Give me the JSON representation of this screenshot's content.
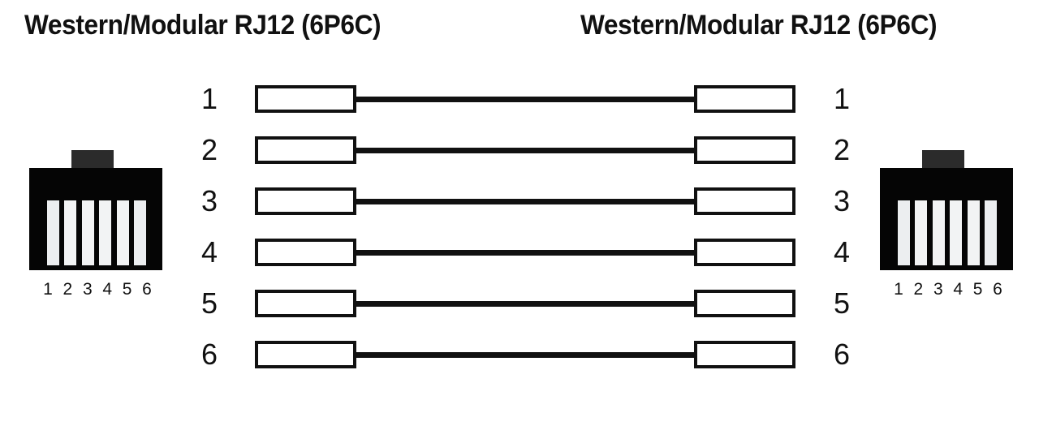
{
  "diagram": {
    "type": "cable-pinout",
    "wiring": "straight-through",
    "titles": {
      "left": "Western/Modular RJ12 (6P6C)",
      "right": "Western/Modular RJ12 (6P6C)"
    },
    "pin_count": 6,
    "rows": [
      {
        "left_pin": "1",
        "right_pin": "1"
      },
      {
        "left_pin": "2",
        "right_pin": "2"
      },
      {
        "left_pin": "3",
        "right_pin": "3"
      },
      {
        "left_pin": "4",
        "right_pin": "4"
      },
      {
        "left_pin": "5",
        "right_pin": "5"
      },
      {
        "left_pin": "6",
        "right_pin": "6"
      }
    ],
    "connector_left": {
      "icon": "rj12-connector-icon",
      "pin_labels": [
        "1",
        "2",
        "3",
        "4",
        "5",
        "6"
      ]
    },
    "connector_right": {
      "icon": "rj12-connector-icon",
      "pin_labels": [
        "1",
        "2",
        "3",
        "4",
        "5",
        "6"
      ]
    },
    "colors": {
      "background": "#ffffff",
      "ink": "#111111",
      "connector_body": "#050505",
      "connector_latch": "#2b2b2b",
      "connector_pin": "#f2f3f4"
    }
  }
}
